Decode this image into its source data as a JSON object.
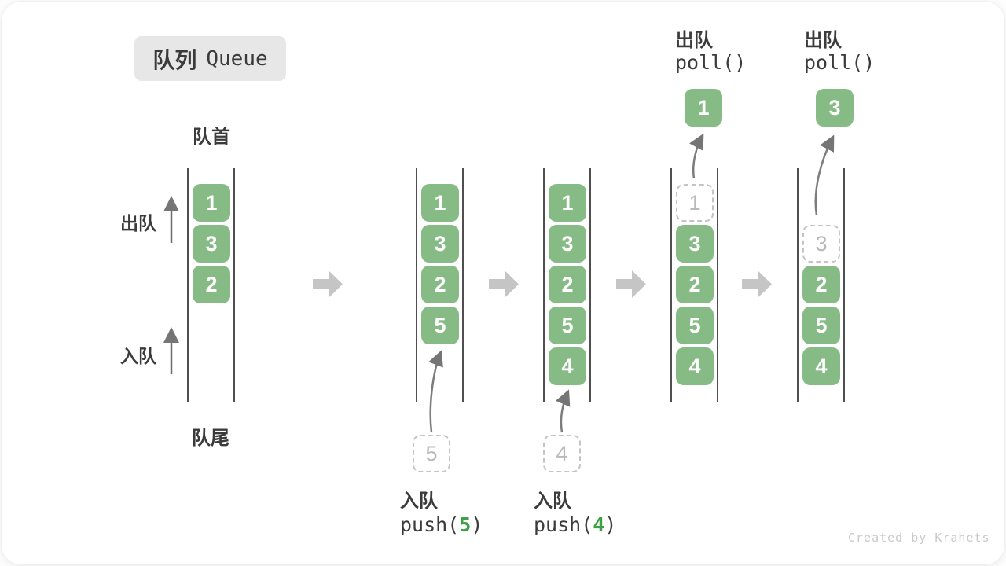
{
  "title": {
    "zh": "队列",
    "en": "Queue"
  },
  "labels": {
    "front": "队首",
    "rear": "队尾",
    "dequeue": "出队",
    "enqueue": "入队"
  },
  "states": [
    {
      "boxes": [
        "1",
        "3",
        "2"
      ]
    },
    {
      "boxes": [
        "1",
        "3",
        "2",
        "5"
      ],
      "incoming": "5",
      "op": {
        "label": "入队",
        "fn": "push(",
        "arg": "5",
        "close": ")"
      }
    },
    {
      "boxes": [
        "1",
        "3",
        "2",
        "5",
        "4"
      ],
      "incoming": "4",
      "op": {
        "label": "入队",
        "fn": "push(",
        "arg": "4",
        "close": ")"
      }
    },
    {
      "boxes": [
        "3",
        "2",
        "5",
        "4"
      ],
      "removed": "1",
      "polled": "1",
      "op": {
        "label": "出队",
        "code": "poll()"
      }
    },
    {
      "boxes": [
        "2",
        "5",
        "4"
      ],
      "removed": "3",
      "polled": "3",
      "op": {
        "label": "出队",
        "code": "poll()"
      }
    }
  ],
  "colors": {
    "box_green": "#86bb85",
    "code_green": "#3fa047",
    "container_line": "#4f4f4f",
    "flow_arrow_gray": "#c5c5c5",
    "dashed_gray": "#c4c4c4"
  },
  "watermark": "Created by Krahets"
}
